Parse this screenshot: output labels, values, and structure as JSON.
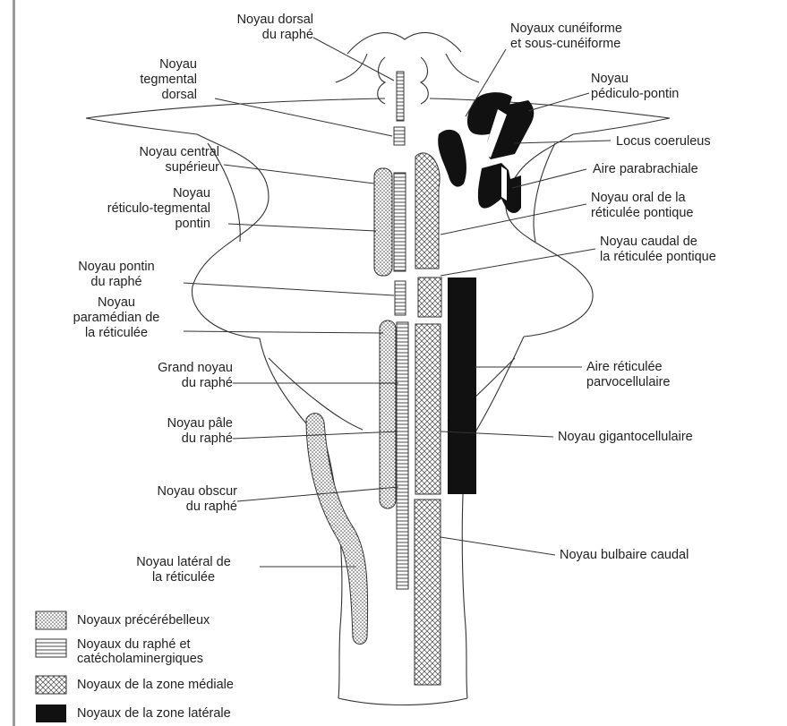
{
  "labels_left": {
    "dorsal_raphe": [
      "Noyau dorsal",
      "du raphé"
    ],
    "tegmental_dorsal": [
      "Noyau",
      "tegmental",
      "dorsal"
    ],
    "central_superieur": [
      "Noyau central",
      "supérieur"
    ],
    "reticulo_tegmental": [
      "Noyau",
      "réticulo-tegmental",
      "pontin"
    ],
    "pontin_raphe": [
      "Noyau pontin",
      "du raphé"
    ],
    "paramedian": [
      "Noyau",
      "paramédian de",
      "la réticulée"
    ],
    "grand_raphe": [
      "Grand noyau",
      "du raphé"
    ],
    "pale_raphe": [
      "Noyau pâle",
      "du raphé"
    ],
    "obscur_raphe": [
      "Noyau obscur",
      "du raphé"
    ],
    "lateral_reticulee": [
      "Noyau latéral de",
      "la réticulée"
    ]
  },
  "labels_right": {
    "cuneiforme": [
      "Noyaux cunéiforme",
      "et sous-cunéiforme"
    ],
    "pediculo_pontin": [
      "Noyau",
      "pédiculo-pontin"
    ],
    "locus_coeruleus": [
      "Locus coeruleus"
    ],
    "parabrachiale": [
      "Aire parabrachiale"
    ],
    "oral_reticulee": [
      "Noyau oral de la",
      "réticulée pontique"
    ],
    "caudal_reticulee": [
      "Noyau caudal de",
      "la réticulée pontique"
    ],
    "parvocellulaire": [
      "Aire réticulée",
      "parvocellulaire"
    ],
    "gigantocellulaire": [
      "Noyau gigantocellulaire"
    ],
    "bulbaire_caudal": [
      "Noyau bulbaire caudal"
    ]
  },
  "legend": [
    {
      "pattern": "dots",
      "label": [
        "Noyaux précérébelleux"
      ]
    },
    {
      "pattern": "lines",
      "label": [
        "Noyaux du raphé et",
        "catécholaminergiques"
      ]
    },
    {
      "pattern": "cross",
      "label": [
        "Noyaux de la zone médiale"
      ]
    },
    {
      "pattern": "solid",
      "label": [
        "Noyaux de la zone latérale"
      ]
    }
  ],
  "colors": {
    "ink": "#222222",
    "background": "#ffffff",
    "rule": "#9a9a9a"
  }
}
